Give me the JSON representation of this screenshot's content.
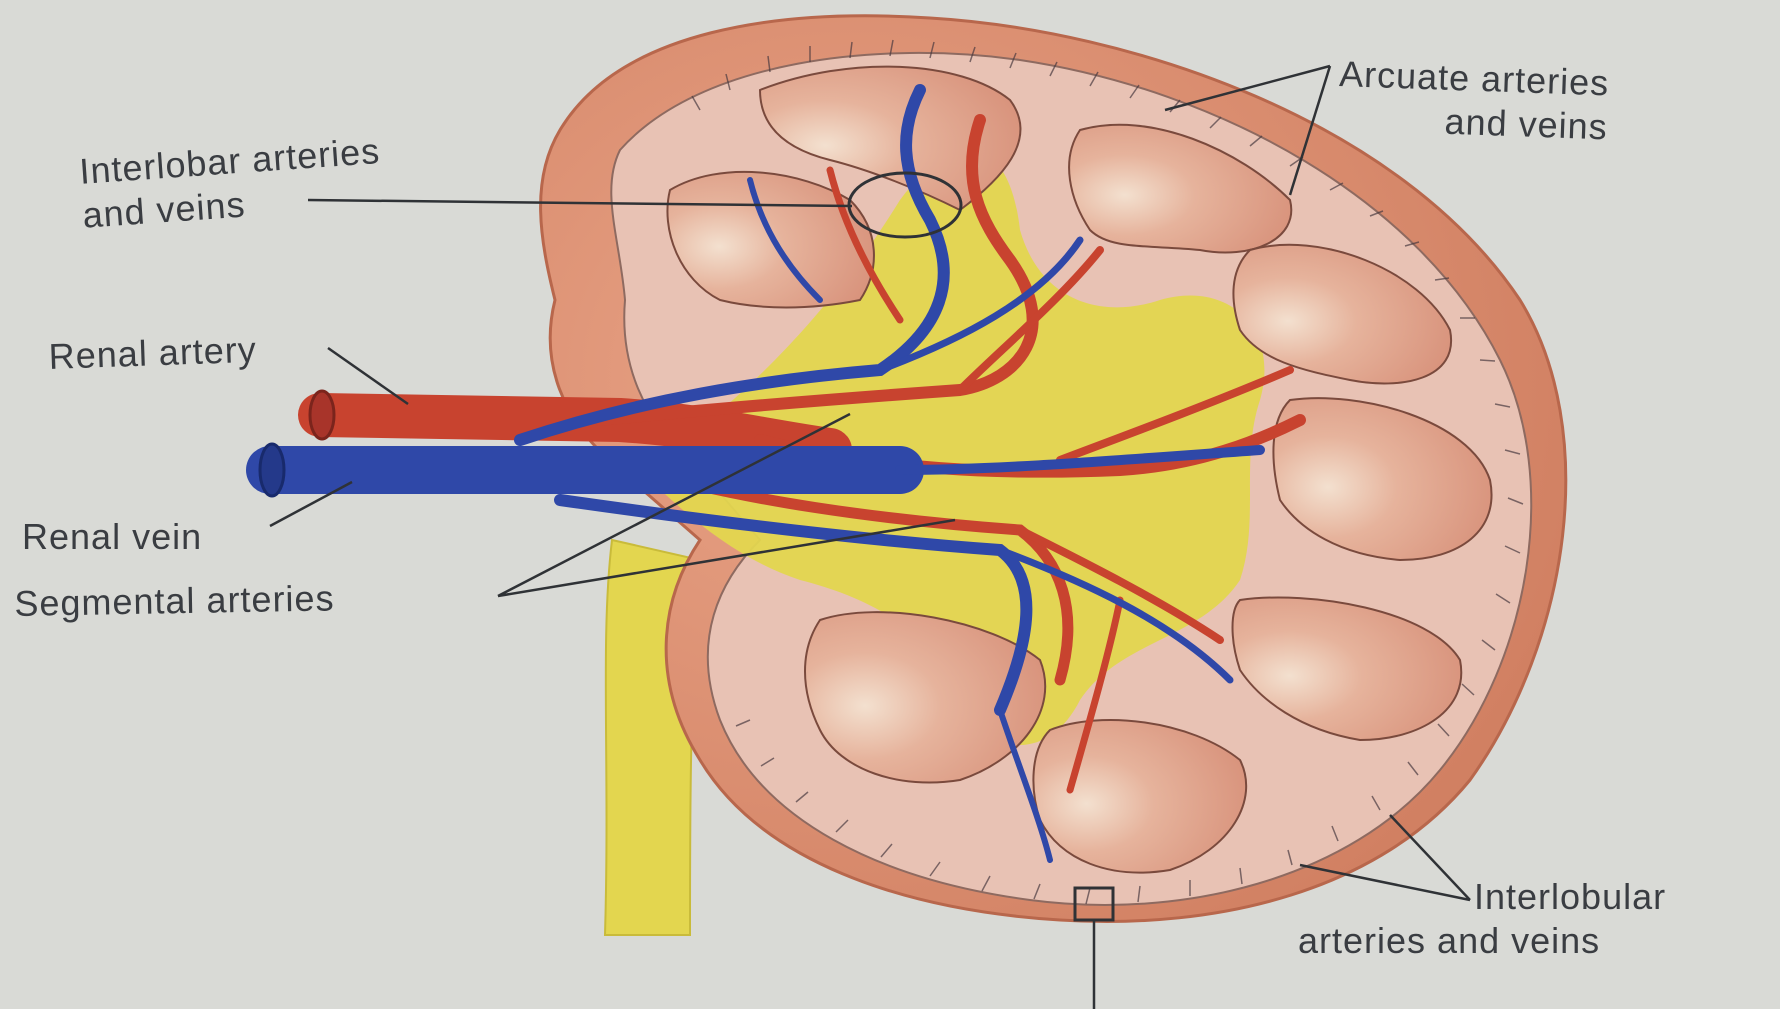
{
  "labels": {
    "interlobar_line1": "Interlobar arteries",
    "interlobar_line2": "and veins",
    "arcuate_line1": "Arcuate arteries",
    "arcuate_line2": "and veins",
    "renal_artery": "Renal artery",
    "renal_vein": "Renal vein",
    "segmental_arteries": "Segmental arteries",
    "interlobular_line1": "Interlobular",
    "interlobular_line2": "arteries and veins"
  },
  "colors": {
    "background": "#d9dad6",
    "capsule": "#d98b6c",
    "cortex": "#e8c2b4",
    "pyramid": "#d9927a",
    "sinus_fat": "#e3d64f",
    "artery": "#c8432f",
    "vein": "#2f48a8",
    "label_text": "#3a3d42",
    "leader_line": "#2f3236"
  }
}
